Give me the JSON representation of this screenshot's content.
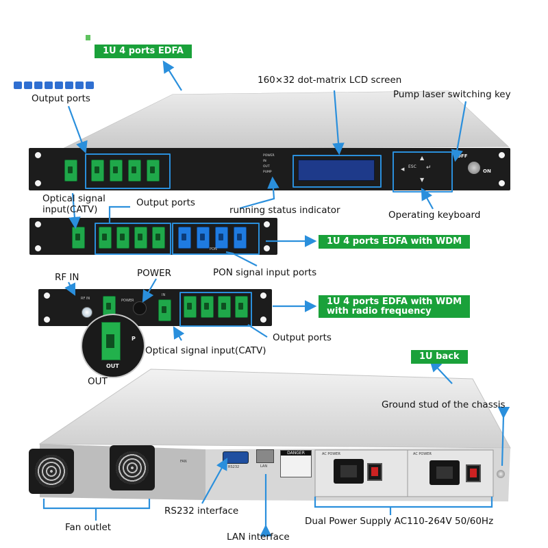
{
  "titles": {
    "edfa_1u4": "1U 4 ports EDFA",
    "edfa_wdm": "1U 4 ports EDFA with WDM",
    "edfa_wdm_rf_line1": "1U 4 ports EDFA with WDM",
    "edfa_wdm_rf_line2": "with radio frequency",
    "back": "1U back"
  },
  "callouts": {
    "output_ports_top": "Output ports",
    "lcd_screen": "160×32 dot-matrix LCD screen",
    "pump_key": "Pump laser switching key",
    "optical_input_catv_1": "Optical signal",
    "optical_input_catv_2": "input(CATV)",
    "output_ports_mid": "Output ports",
    "running_status": "running status indicator",
    "operating_keyboard": "Operating keyboard",
    "pon_inputs": "PON signal input ports",
    "rf_in": "RF IN",
    "power": "POWER",
    "output_ports_bottom": "Output ports",
    "optical_input_catv_inline": "Optical signal input(CATV)",
    "out": "OUT",
    "ground_stud": "Ground stud of the chassis",
    "rs232": "RS232 interface",
    "fan_outlet": "Fan outlet",
    "lan": "LAN interface",
    "dual_power": "Dual Power Supply AC110-264V 50/60Hz"
  },
  "panel_text": {
    "off": "OFF",
    "on": "ON",
    "esc": "ESC",
    "status_power": "POWER",
    "status_in": "IN",
    "status_out": "OUT",
    "status_pump": "PUMP",
    "rf_in_small": "RF IN",
    "power_small": "POWER",
    "in_small": "IN",
    "pon_small": "PON",
    "out_zoom": "OUT",
    "p_zoom": "P",
    "fan_small": "FAN",
    "rs232_small": "RS232",
    "lan_small": "LAN",
    "danger": "DANGER",
    "ac_power_1": "AC POWER",
    "ac_power_2": "AC POWER"
  },
  "colors": {
    "accent_green": "#1aa13a",
    "callout_blue": "#2a8fdc",
    "sc_apc_green": "#1fa84a",
    "sc_upc_blue": "#1f7be0"
  }
}
